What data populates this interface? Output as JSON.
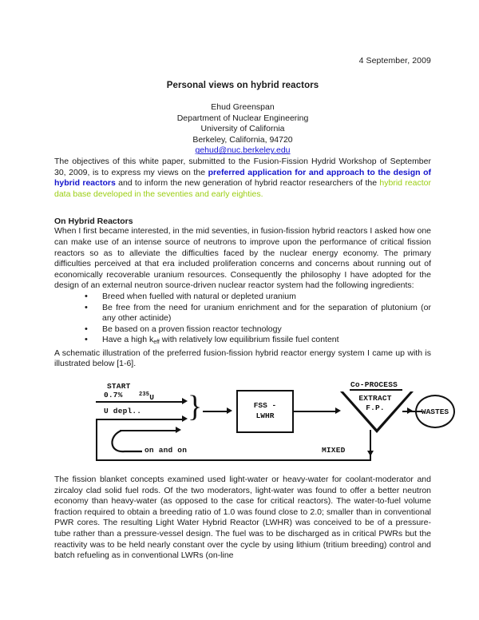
{
  "document": {
    "date": "4 September, 2009",
    "title": "Personal views on hybrid reactors",
    "author": {
      "name": "Ehud Greenspan",
      "department": "Department of Nuclear Engineering",
      "institution": "University of California",
      "location": "Berkeley, California, 94720",
      "email": "gehud@nuc.berkeley.edu"
    },
    "abstract": {
      "part1": "The objectives of this white paper, submitted to the Fusion-Fission Hydrid Workshop of September 30, 2009, is to express my views on the ",
      "highlight_blue": "preferred application for and approach to the design of hybrid reactors",
      "part2": " and to inform the new generation of hybrid reactor researchers of the ",
      "highlight_green": "hybrid reactor data base developed in the seventies and early eighties",
      "part3": "."
    },
    "section_heading": "On Hybrid Reactors",
    "paragraph_1": "When I first became interested, in the mid seventies, in fusion-fission hybrid reactors I asked how one can make use of an intense source of neutrons to improve upon the performance of critical fission reactors so as to alleviate the difficulties faced by the nuclear energy economy. The primary difficulties perceived at that era included proliferation concerns and concerns about running out of economically recoverable uranium resources. Consequently the philosophy I have adopted for the design of an external neutron source-driven nuclear reactor system had the following ingredients:",
    "bullets": [
      "Breed when fuelled with natural or depleted uranium",
      "Be free from the need for uranium enrichment and for the separation of plutonium (or any other actinide)",
      "Be based on a proven fission reactor technology"
    ],
    "bullet_keff_before": "Have a high k",
    "bullet_keff_sub": "eff",
    "bullet_keff_after": " with relatively low equilibrium fissile fuel content",
    "after_bullets": "A schematic illustration of the preferred fusion-fission hybrid reactor energy system I came up with is illustrated below [1-6].",
    "paragraph_last": "The fission blanket concepts examined used light-water or heavy-water for coolant-moderator and zircaloy clad solid fuel rods. Of the two moderators, light-water was found to offer a better neutron economy than heavy-water (as opposed to the case for critical reactors). The water-to-fuel volume fraction required to obtain a breeding ratio of 1.0 was found close to 2.0; smaller than in conventional PWR cores. The resulting Light Water Hybrid Reactor (LWHR) was conceived to be of a pressure-tube rather than a pressure-vessel design. The fuel was to be discharged as in critical PWRs but the reactivity was to be held nearly constant over the cycle by using lithium (tritium breeding) control and batch refueling as in conventional LWRs (on-line"
  },
  "diagram": {
    "label_start": "START",
    "label_enrichment": "0.7%",
    "label_u235_sup": "235",
    "label_u235": "U",
    "label_udepl": "U depl..",
    "label_onandon": "on and on",
    "box_line1": "FSS -",
    "box_line2": "LWHR",
    "label_coprocess": "Co-PROCESS",
    "triangle_line1": "EXTRACT",
    "triangle_line2": "F.P.",
    "label_wastes": "WASTES",
    "label_mixed": "MIXED"
  },
  "colors": {
    "link": "#1414d2",
    "highlight_blue": "#1414cc",
    "highlight_green": "#9bce12",
    "text": "#1a1a1a"
  }
}
